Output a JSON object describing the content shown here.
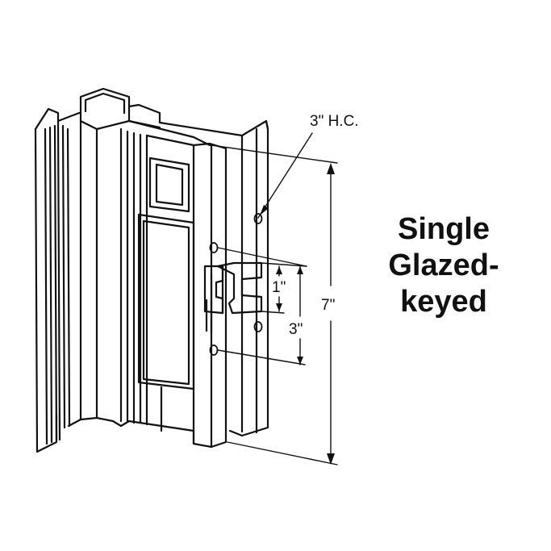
{
  "labels": {
    "hole_center": "3\" H.C.",
    "one_inch": "1\"",
    "three_inch": "3\"",
    "seven_inch": "7\""
  },
  "title": {
    "line1": "Single",
    "line2": "Glazed-",
    "line3": "keyed"
  },
  "colors": {
    "ink": "#111111",
    "background": "#ffffff"
  }
}
